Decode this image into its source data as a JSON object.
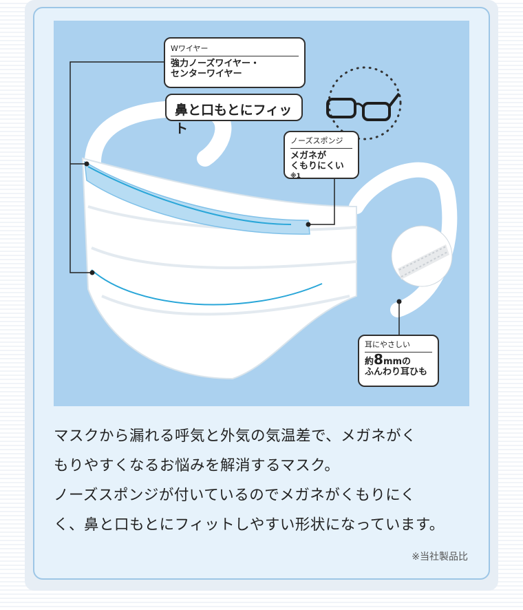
{
  "labels": {
    "wire_title": "Wワイヤー",
    "wire_line1": "強力ノーズワイヤー・",
    "wire_line2": "センターワイヤー",
    "fit": "鼻と口もとにフィット",
    "sponge_title": "ノーズスポンジ",
    "sponge_line1": "メガネが",
    "sponge_line2": "くもりにくい",
    "sponge_mark": "※1",
    "ear_title": "耳にやさしい",
    "ear_prefix": "約",
    "ear_number": "8",
    "ear_unit": "mmの",
    "ear_line2": "ふんわり耳ひも"
  },
  "description": {
    "line1": "マスクから漏れる呼気と外気の気温差で、メガネがく",
    "line2": "もりやすくなるお悩みを解消するマスク。",
    "line3": "ノーズスポンジが付いているのでメガネがくもりにく",
    "line4": "く、鼻と口もとにフィットしやすい形状になっています。"
  },
  "footnote": "※当社製品比",
  "colors": {
    "card_border": "#9dc6e6",
    "card_bg": "#e6f2fb",
    "image_bg": "#abd1ef",
    "wire_accent": "#29a6d8"
  },
  "icons": [
    "glasses-icon",
    "mask-illustration",
    "ear-loop-zoom-icon"
  ]
}
